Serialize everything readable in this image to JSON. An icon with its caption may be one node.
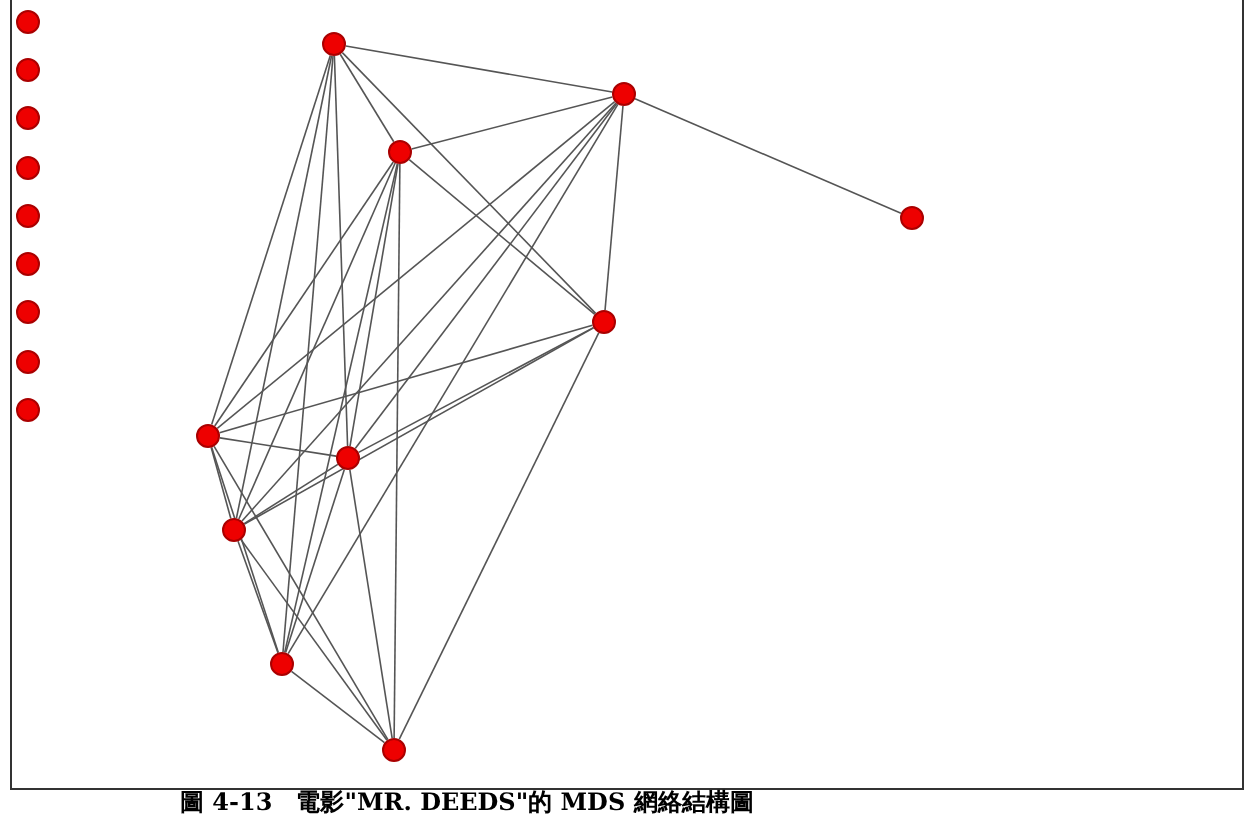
{
  "diagram": {
    "caption": "圖 4-13　電影\"MR. DEEDS\"的 MDS 網絡結構圖",
    "nodes": [
      {
        "text": [],
        "shape": "circle"
      },
      {
        "text": [],
        "shape": "circle"
      },
      {
        "text": [],
        "shape": "circle"
      },
      {
        "text": [],
        "shape": "circle"
      },
      {
        "text": [],
        "shape": "circle"
      },
      {
        "text": [],
        "shape": "circle"
      },
      {
        "text": [],
        "shape": "circle"
      },
      {
        "text": [],
        "shape": "circle"
      },
      {
        "text": [],
        "shape": "circle"
      },
      {
        "text": [],
        "shape": "circle"
      },
      {
        "text": [],
        "shape": "circle"
      },
      {
        "text": [],
        "shape": "circle"
      },
      {
        "text": [],
        "shape": "circle"
      },
      {
        "text": [],
        "shape": "circle"
      },
      {
        "text": [],
        "shape": "circle"
      },
      {
        "text": [],
        "shape": "circle"
      },
      {
        "text": [],
        "shape": "circle"
      },
      {
        "text": [],
        "shape": "circle"
      },
      {
        "text": [],
        "shape": "circle"
      }
    ],
    "edges": [
      {
        "from": 9,
        "to": 10,
        "arrow": "none"
      },
      {
        "from": 9,
        "to": 11,
        "arrow": "none"
      },
      {
        "from": 9,
        "to": 13,
        "arrow": "none"
      },
      {
        "from": 9,
        "to": 14,
        "arrow": "none"
      },
      {
        "from": 9,
        "to": 15,
        "arrow": "none"
      },
      {
        "from": 9,
        "to": 16,
        "arrow": "none"
      },
      {
        "from": 9,
        "to": 17,
        "arrow": "none"
      },
      {
        "from": 10,
        "to": 11,
        "arrow": "none"
      },
      {
        "from": 10,
        "to": 12,
        "arrow": "none"
      },
      {
        "from": 10,
        "to": 13,
        "arrow": "none"
      },
      {
        "from": 10,
        "to": 14,
        "arrow": "none"
      },
      {
        "from": 10,
        "to": 15,
        "arrow": "none"
      },
      {
        "from": 10,
        "to": 16,
        "arrow": "none"
      },
      {
        "from": 10,
        "to": 17,
        "arrow": "none"
      },
      {
        "from": 11,
        "to": 13,
        "arrow": "none"
      },
      {
        "from": 11,
        "to": 14,
        "arrow": "none"
      },
      {
        "from": 11,
        "to": 15,
        "arrow": "none"
      },
      {
        "from": 11,
        "to": 16,
        "arrow": "none"
      },
      {
        "from": 11,
        "to": 17,
        "arrow": "none"
      },
      {
        "from": 11,
        "to": 18,
        "arrow": "none"
      },
      {
        "from": 13,
        "to": 14,
        "arrow": "none"
      },
      {
        "from": 13,
        "to": 15,
        "arrow": "none"
      },
      {
        "from": 13,
        "to": 16,
        "arrow": "none"
      },
      {
        "from": 13,
        "to": 18,
        "arrow": "none"
      },
      {
        "from": 14,
        "to": 15,
        "arrow": "none"
      },
      {
        "from": 14,
        "to": 16,
        "arrow": "none"
      },
      {
        "from": 14,
        "to": 17,
        "arrow": "none"
      },
      {
        "from": 14,
        "to": 18,
        "arrow": "none"
      },
      {
        "from": 15,
        "to": 16,
        "arrow": "none"
      },
      {
        "from": 15,
        "to": 17,
        "arrow": "none"
      },
      {
        "from": 15,
        "to": 18,
        "arrow": "none"
      },
      {
        "from": 16,
        "to": 17,
        "arrow": "none"
      },
      {
        "from": 16,
        "to": 18,
        "arrow": "none"
      },
      {
        "from": 17,
        "to": 18,
        "arrow": "none"
      }
    ]
  }
}
